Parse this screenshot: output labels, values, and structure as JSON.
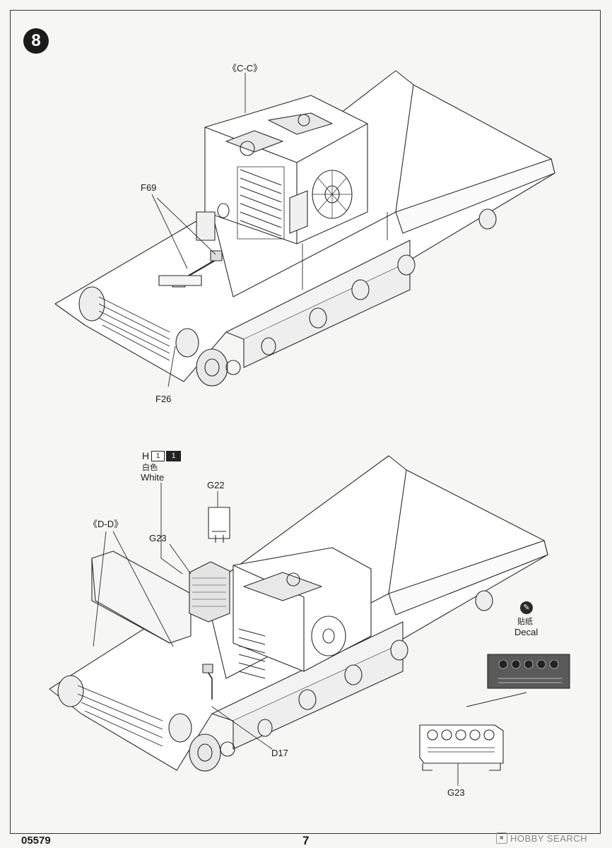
{
  "page": {
    "step_number": "8",
    "product_code": "05579",
    "page_number": "7"
  },
  "upper_assembly": {
    "section_label": "《C-C》",
    "part_f69": "F69",
    "part_f26": "F26"
  },
  "lower_assembly": {
    "section_label": "《D-D》",
    "part_g22": "G22",
    "part_g23": "G23",
    "part_d17": "D17",
    "paint": {
      "code": "H",
      "box_light": "1",
      "box_dark": "1",
      "name_cn": "白色",
      "name_en": "White"
    }
  },
  "decal": {
    "label_cn": "贴纸",
    "label_en": "Decal",
    "part_g23": "G23"
  },
  "watermark": {
    "text": "HOBBY SEARCH"
  }
}
